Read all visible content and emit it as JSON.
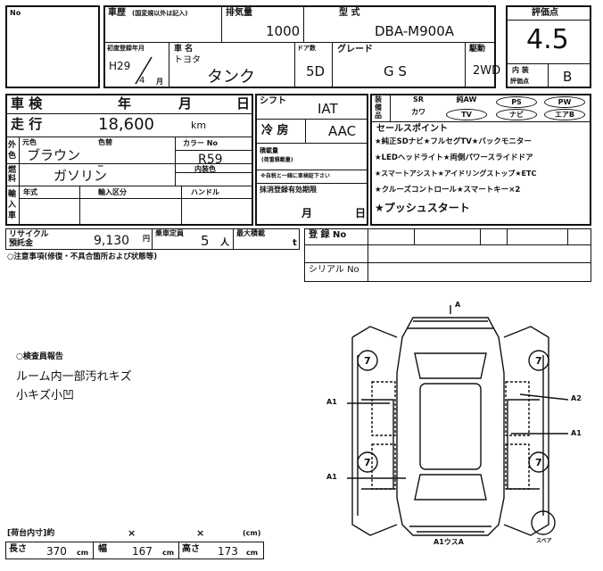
{
  "header": {
    "photo_label": "No",
    "model_year_label": "車歴",
    "model_year_note": "(国変規以外は記入)",
    "displacement_label": "排気量",
    "displacement": "1000",
    "type_label": "型 式",
    "type": "DBA-M900A",
    "score_label": "評価点",
    "score": "4.5",
    "first_reg_label": "初度登録年月",
    "first_reg_year": "H29",
    "first_reg_month": "4",
    "month_unit": "月",
    "maker_label": "車 名",
    "maker": "トヨタ",
    "car_name": "タンク",
    "doors_label": "ドア数",
    "doors": "5D",
    "grade_label": "グレード",
    "grade": "G S",
    "drive_label": "駆動",
    "drive": "2WD",
    "interior_label": "内 装",
    "interior_label2": "評価点",
    "interior_score": "B"
  },
  "specs": {
    "inspection_label": "車 検",
    "year_label": "年",
    "month_label": "月",
    "day_label": "日",
    "mileage_label": "走 行",
    "mileage": "18,600",
    "mileage_unit": "km",
    "shift_label": "シフト",
    "shift": "IAT",
    "ac_label": "冷 房",
    "ac": "AAC",
    "color_side_label": "外色",
    "orig_color_label": "元色",
    "color_label": "色替",
    "color": "ブラウン",
    "color_no_label": "カラー No",
    "color_no": "R59",
    "fuel_side_label": "燃料",
    "fuel": "ガソリン",
    "interior_color_label": "内装色",
    "import_side_label": "輸入車",
    "import_year_label": "年式",
    "import_type_label": "輸入区分",
    "handle_label": "ハンドル",
    "capacity_label": "積載量",
    "capacity_note": "(荷重積載量)",
    "transfer_note": "※自税と一緒に車検証下さい",
    "reg_expiry_label": "抹消登録有効期限",
    "reg_month": "月",
    "reg_day": "日",
    "recycle_label": "リサイクル 預託金",
    "recycle_amount": "9,130",
    "yen": "円",
    "seats_label": "乗車定員",
    "seats": "5",
    "seats_unit": "人",
    "load_label": "最大積載",
    "load_unit": "t",
    "plate_label": "登 録 No",
    "serial_label": "シリアル No",
    "caution_label": "○注意事項(修復・不具合箇所および状態等)"
  },
  "equipment": {
    "side_label": "装備品",
    "items": [
      "SR",
      "純AW",
      "PS",
      "PW",
      "カワ",
      "TV",
      "ナビ",
      "エアB"
    ]
  },
  "sales_points": {
    "title": "セールスポイント",
    "lines": [
      "★純正SDナビ★フルセグTV★バックモニター",
      "★LEDヘッドライト★両側パワースライドドア",
      "★スマートアシスト★アイドリングストップ★ETC",
      "★クルーズコントロール★スマートキー×2",
      "★プッシュスタート"
    ]
  },
  "inspector": {
    "title": "○検査員報告",
    "lines": [
      "ルーム内一部汚れキズ",
      "小キズ小凹"
    ]
  },
  "diagram": {
    "top_mark": "A",
    "left_marks": [
      "A1",
      "A1"
    ],
    "right_marks": [
      "A2",
      "A1"
    ],
    "wheel_marks": [
      "7",
      "7",
      "7",
      "7"
    ],
    "bottom_mark": "A1ウスA",
    "spare_label": "スペア"
  },
  "cargo": {
    "title": "[荷台内寸]約",
    "times1": "×",
    "times2": "×",
    "unit_paren": "(cm)",
    "length_label": "長さ",
    "length": "370",
    "width_label": "幅",
    "width": "167",
    "height_label": "高さ",
    "height": "173",
    "unit": "cm"
  }
}
